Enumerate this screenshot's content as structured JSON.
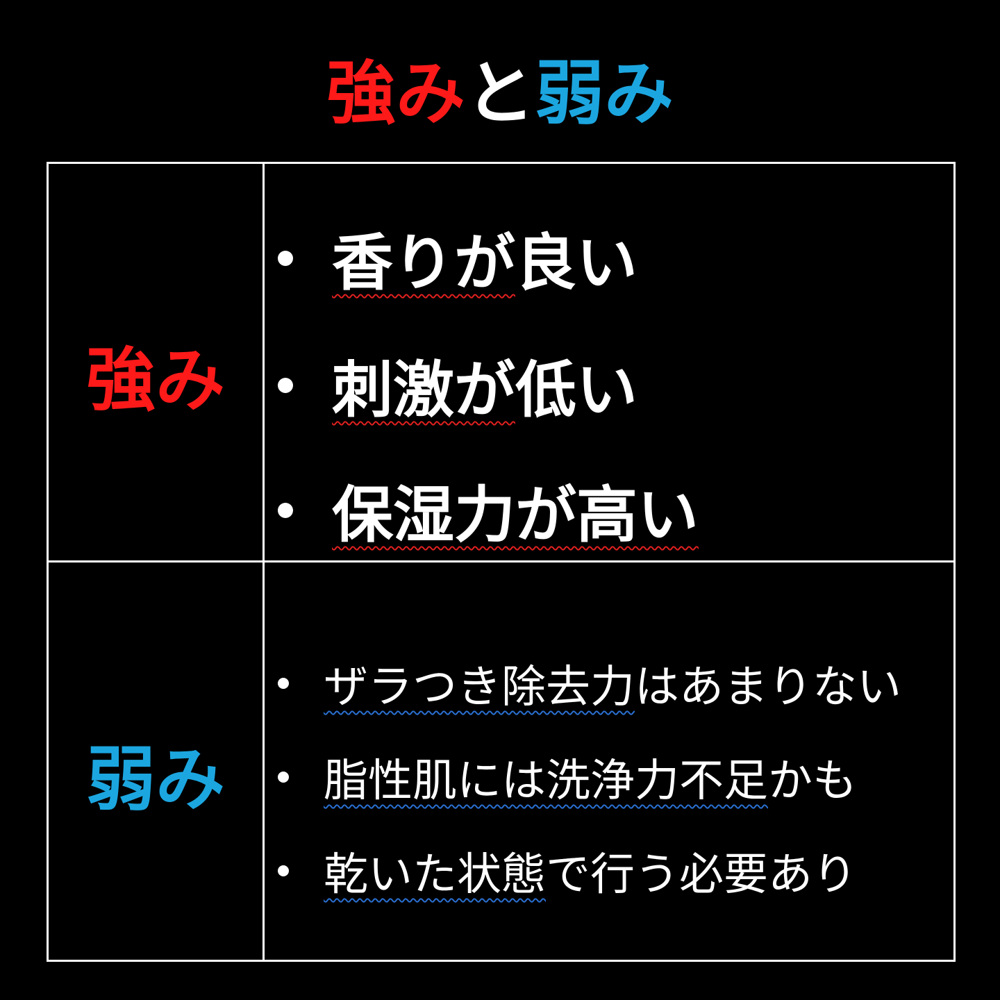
{
  "title": {
    "part1": "強み",
    "part2": "と",
    "part3": "弱み"
  },
  "colors": {
    "strength": "#ff1a1a",
    "weakness": "#1ca6e0",
    "spell_strength": "#e02020",
    "spell_weakness": "#2a6fd0"
  },
  "strengths": {
    "label": "強み",
    "items": [
      {
        "underlined": "香りが",
        "rest": "良い"
      },
      {
        "underlined": "刺激が",
        "rest": "低い"
      },
      {
        "underlined": "保湿力が高い",
        "rest": ""
      }
    ]
  },
  "weaknesses": {
    "label": "弱み",
    "items": [
      {
        "underlined": "ザラつき除去力",
        "rest": "はあまりない"
      },
      {
        "underlined": "脂性肌には洗浄力不足",
        "rest": "かも"
      },
      {
        "underlined": "乾いた状態",
        "rest": "で行う必要あり"
      }
    ]
  }
}
